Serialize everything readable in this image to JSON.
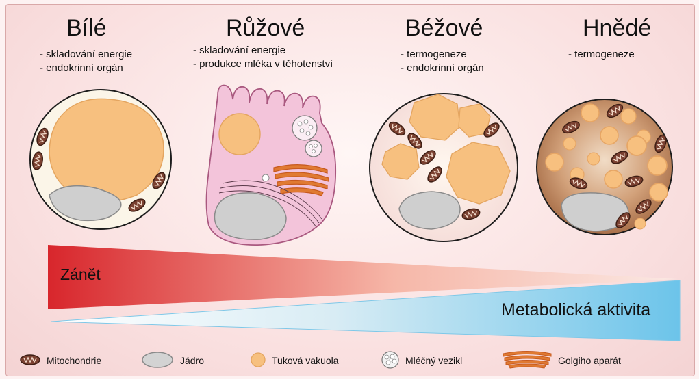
{
  "columns": [
    {
      "title": "Bílé",
      "lines": [
        "- skladování energie",
        "- endokrinní orgán"
      ]
    },
    {
      "title": "Růžové",
      "lines": [
        "- skladování energie",
        "- produkce mléka v těhotenství"
      ]
    },
    {
      "title": "Béžové",
      "lines": [
        "- termogeneze",
        "- endokrinní orgán"
      ]
    },
    {
      "title": "Hnědé",
      "lines": [
        "- termogeneze"
      ]
    }
  ],
  "gradients": {
    "inflammation": "Zánět",
    "metabolic": "Metabolická aktivita"
  },
  "legend": [
    {
      "icon": "mitochondria-icon",
      "label": "Mitochondrie"
    },
    {
      "icon": "nucleus-icon",
      "label": "Jádro"
    },
    {
      "icon": "fat-vacuole-icon",
      "label": "Tuková vakuola"
    },
    {
      "icon": "milk-vesicle-icon",
      "label": "Mléčný vezikl"
    },
    {
      "icon": "golgi-icon",
      "label": "Golgiho aparát"
    }
  ],
  "colors": {
    "fat": "#f7c07f",
    "nucleus": "#c9c9c9",
    "mitochondria": "#6b3a2a",
    "golgi": "#e0702a",
    "pink_cell": "#f4c4dc",
    "brown_cell": "#c8946a",
    "red": "#d8262c",
    "blue": "#7ec8e8"
  }
}
